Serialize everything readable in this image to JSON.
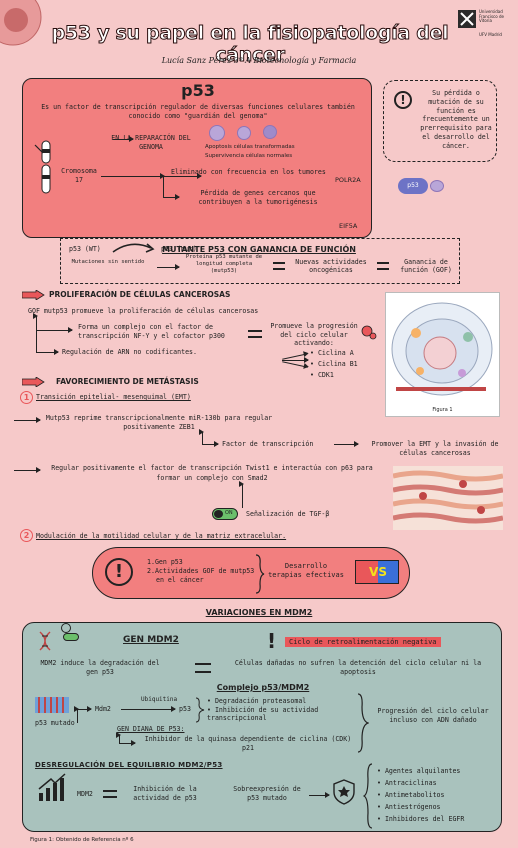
{
  "header": {
    "title": "p53 y su papel en la fisiopatología del cáncer",
    "author": "Lucía Sanz Pérez 3º A Biotecnología y Farmacia",
    "university": "Universidad Francisco de Vitoria",
    "university_short": "UFV Madrid"
  },
  "intro": {
    "heading": "p53",
    "description": "Es un factor de transcripción regulador de diversas funciones celulares también conocido como \"guardián del genoma\"",
    "repair_label": "EN LA REPARACIÓN DEL GENOMA",
    "apoptosis_label": "Apoptosis células transformadas",
    "senescence_label": "Supervivencia células normales",
    "chromosome_label": "Cromosoma 17",
    "eliminated_label": "Eliminado con frecuencia en los tumores",
    "genes_loss_label": "Pérdida de genes cercanos que contribuyen a la tumorigénesis",
    "gene1": "POLR2A",
    "gene2": "EIF5A",
    "side_note": "Su pérdida o mutación de su función es frecuentemente un prerrequisito para el desarrollo del cáncer.",
    "molecule_label": "p53"
  },
  "gof": {
    "heading": "MUTANTE P53 CON GANANCIA DE FUNCIÓN",
    "wt": "p53 (WT)",
    "mut": "p53 (mut)",
    "mutations": "Mutaciones sin sentido",
    "mutant_protein": "Proteína p53 mutante de longitud completa (mutp53)",
    "oncogenic": "Nuevas actividades oncogénicas",
    "gof_label": "Ganancia de función (GOF)"
  },
  "proliferation": {
    "heading": "PROLIFERACIÓN DE CÉLULAS CANCEROSAS",
    "intro": "GOF mutp53 promueve la proliferación de células cancerosas",
    "complex": "Forma un complejo con el factor de transcripción NF-Y y el cofactor p300",
    "promote": "Promueve la progresión del ciclo celular activando:",
    "items": [
      "Ciclina A",
      "Ciclina B1",
      "CDK1"
    ],
    "rna": "Regulación de ARN no codificantes.",
    "figure_caption": "Figura 1"
  },
  "metastasis": {
    "heading": "FAVORECIMIENTO DE METÁSTASIS",
    "step1_num": "1",
    "step1": "Transición epitelial- mesenquimal (EMT)",
    "mir": "Mutp53 reprime transcripcionalmente miR-130b para regular positivamente ZEB1",
    "tf": "Factor de transcripción",
    "emt_promote": "Promover la EMT y la invasión de células cancerosas",
    "twist": "Regular positivamente el factor de transcripción Twist1 e interactúa con p63 para formar un complejo con Smad2",
    "tgf": "Señalización de TGF-β",
    "toggle": "ON",
    "step2_num": "2",
    "step2": "Modulación de la motilidad celular y de la matriz extracelular."
  },
  "therapy": {
    "items": [
      "Gen p53",
      "Actividades GOF de mutp53 en el cáncer"
    ],
    "result": "Desarrollo terapias efectivas",
    "vs": "VS"
  },
  "mdm2": {
    "heading": "VARIACIONES EN MDM2",
    "gene_heading": "GEN MDM2",
    "feedback": "Ciclo de retroalimentación negativa",
    "induces": "MDM2 induce la degradación del gen p53",
    "damaged": "Células dañadas no sufren la detención del ciclo celular ni la apoptosis",
    "complex_heading": "Complejo p53/MDM2",
    "mdm2_label": "Mdm2",
    "ubiquitin": "Ubiquitina",
    "p53_label": "p53",
    "p53_mut": "p53 mutado",
    "effects": [
      "Degradación proteasomal",
      "Inhibición de su actividad transcripcional"
    ],
    "target": "GEN DIANA DE P53:",
    "inhibitor": "Inhibidor de la quinasa dependiente de ciclina (CDK) p21",
    "progression": "Progresión del ciclo celular incluso con ADN dañado",
    "dereg_heading": "DESREGULACIÓN DEL EQUILIBRIO MDM2/P53",
    "mdm2_small": "MDM2",
    "inhibition": "Inhibición de la actividad de p53",
    "overexp": "Sobreexpresión de p53 mutado",
    "drugs": [
      "Agentes alquilantes",
      "Antraciclinas",
      "Antimetabolitos",
      "Antiestrógenos",
      "Inhibidores del EGFR"
    ]
  },
  "footer": {
    "caption": "Figura 1: Obtenido de Referencia nº 6"
  },
  "colors": {
    "background": "#f6c9c9",
    "salmon": "#f27f7f",
    "teal": "#a9c2bd",
    "accent_red": "#e9575a"
  }
}
